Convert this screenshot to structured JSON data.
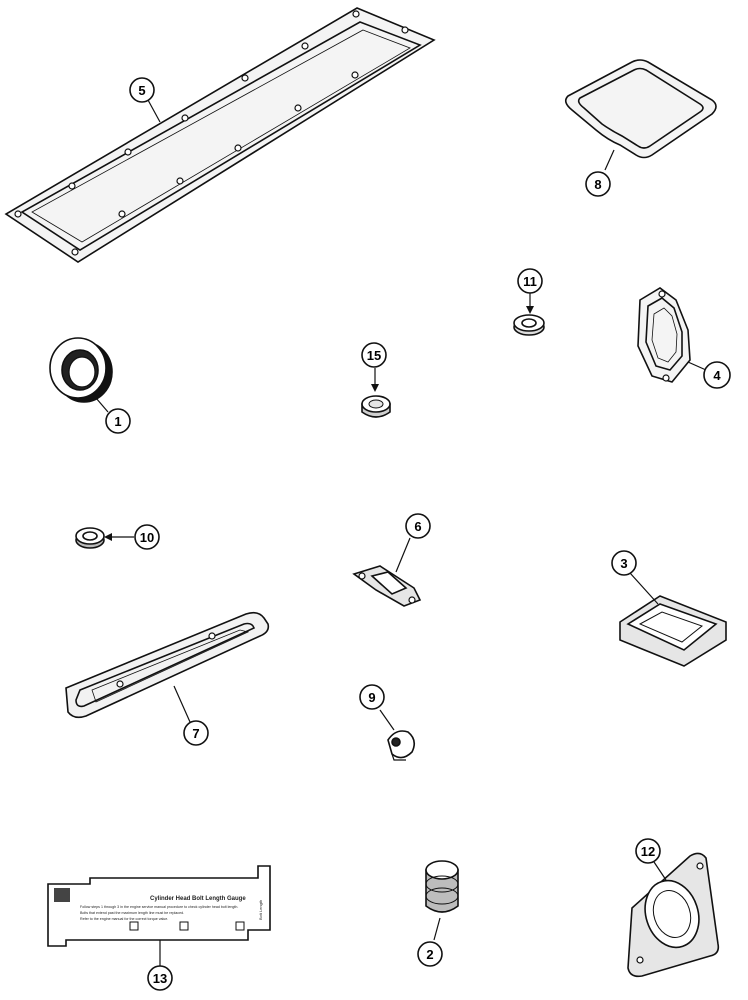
{
  "parts": {
    "p1": "1",
    "p2": "2",
    "p3": "3",
    "p4": "4",
    "p5": "5",
    "p6": "6",
    "p7": "7",
    "p8": "8",
    "p9": "9",
    "p10": "10",
    "p11": "11",
    "p12": "12",
    "p13": "13",
    "p15": "15"
  },
  "gauge": {
    "title": "Cylinder Head Bolt Length Gauge",
    "line1": "Follow steps 1 through 3 in the engine service manual procedure to check cylinder head bolt length.",
    "line2": "Bolts that extend past the maximum length line must be replaced.",
    "line3": "Refer to the engine manual for the correct torque value.",
    "side": "Bolt Length"
  },
  "colors": {
    "line": "#111111",
    "fill": "#ffffff",
    "gasket": "#e6e6e6"
  }
}
